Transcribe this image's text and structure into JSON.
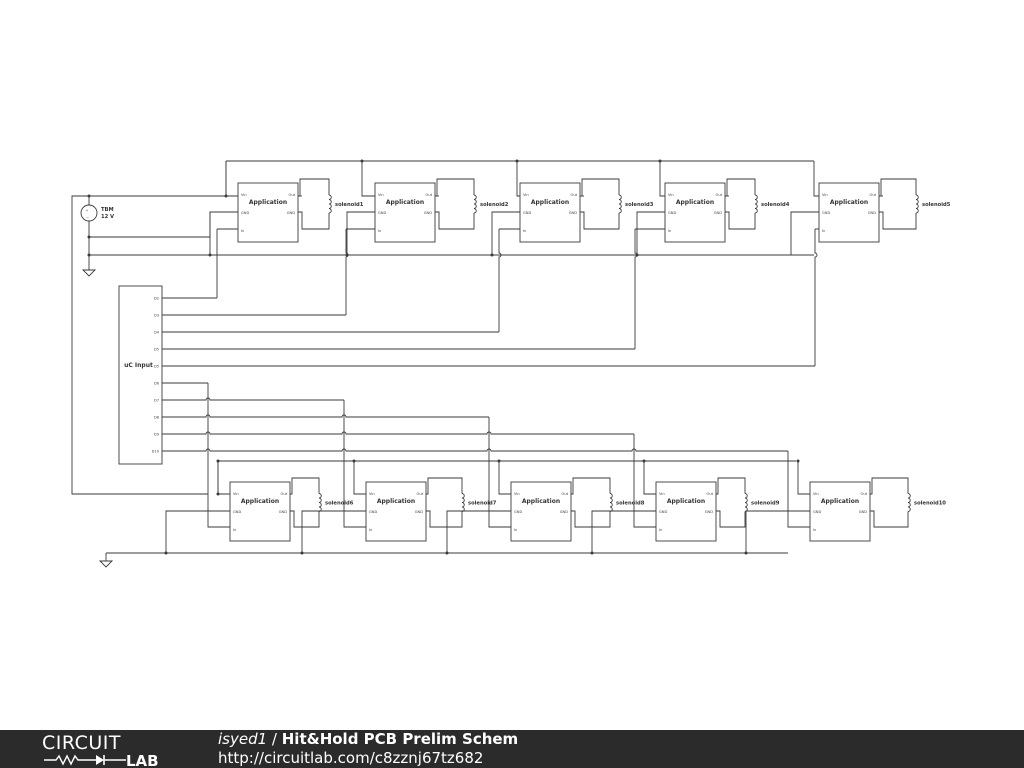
{
  "schematic": {
    "battery": {
      "name": "TBM",
      "voltage": "12 V"
    },
    "uc": {
      "label": "uC Input",
      "pins": [
        "D2",
        "D3",
        "D4",
        "D5",
        "D5",
        "D6",
        "D7",
        "D8",
        "D9",
        "D10"
      ]
    },
    "app": {
      "title": "Application",
      "vin": "Vin",
      "out": "Out",
      "gnd": "GND",
      "in": "In"
    },
    "solenoids": [
      "solenoid1",
      "solenoid2",
      "solenoid3",
      "solenoid4",
      "solenoid5",
      "solenoid6",
      "solenoid7",
      "solenoid8",
      "solenoid9",
      "solenoid10"
    ]
  },
  "footer": {
    "user": "isyed1",
    "separator": " / ",
    "title": "Hit&Hold PCB Prelim Schem",
    "url": "http://circuitlab.com/c8zznj67tz682",
    "logo_top": "CIRCUIT",
    "logo_bottom": "LAB"
  }
}
